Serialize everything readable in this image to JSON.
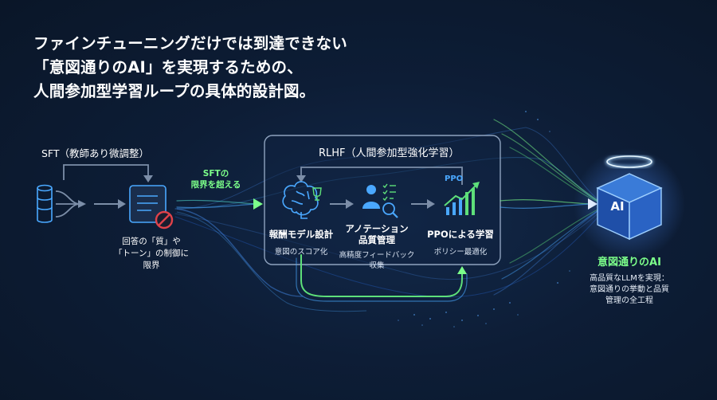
{
  "title": {
    "line1": "ファインチューニングだけでは到達できない",
    "line2": "「意図通りのAI」を実現するための、",
    "line3": "人間参加型学習ループの具体的設計図。"
  },
  "sft": {
    "heading": "SFT（教師あり微調整）",
    "limit_line1": "回答の「質」や",
    "limit_line2": "「トーン」の制御に",
    "limit_line3": "限界",
    "beyond_line1": "SFTの",
    "beyond_line2": "限界を超える"
  },
  "rlhf": {
    "heading": "RLHF（人間参加型強化学習）",
    "steps": [
      {
        "title": "報酬モデル設計",
        "desc": "意図のスコア化"
      },
      {
        "title_line1": "アノテーション",
        "title_line2": "品質管理",
        "desc": "高精度フィードバック収集"
      },
      {
        "title": "PPOによる学習",
        "desc": "ポリシー最適化",
        "icon_text": "PPO"
      }
    ]
  },
  "result": {
    "cube_text": "AI",
    "title": "意図通りのAI",
    "desc_line1": "高品質なLLMを実現：",
    "desc_line2": "意図通りの挙動と品質",
    "desc_line3": "管理の全工程"
  },
  "colors": {
    "background": "#0d1d36",
    "accent_green": "#5ee07a",
    "accent_blue": "#4aa8ff",
    "cube_glow": "#3b82f6"
  }
}
